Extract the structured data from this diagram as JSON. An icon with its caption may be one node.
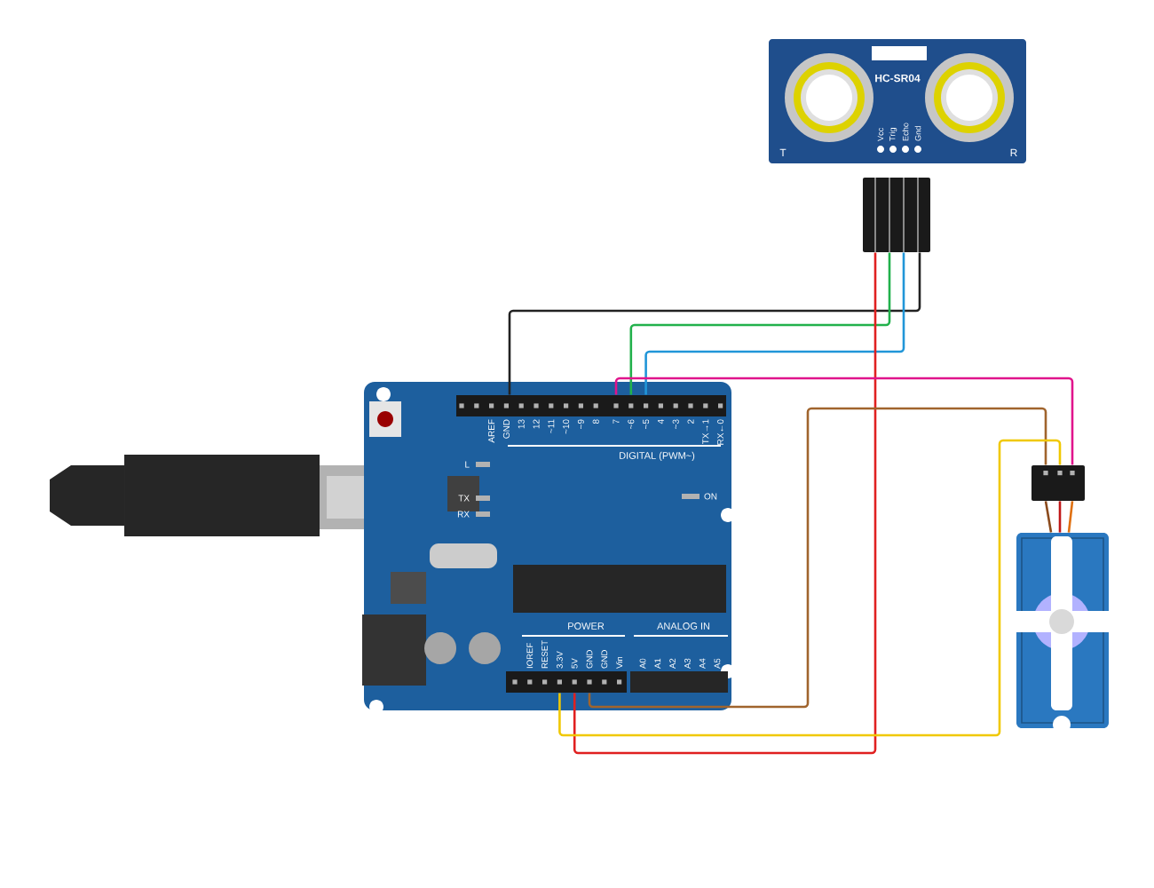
{
  "diagram": {
    "nodes": [
      {
        "text": [
          "HC-SR04"
        ]
      },
      {
        "text": [],
        "shape": "box"
      },
      {
        "text": [],
        "shape": "box"
      },
      {
        "text": [],
        "shape": "box",
        "in": 2
      },
      {
        "text": [],
        "shape": "box",
        "in": 2
      },
      {
        "text": [],
        "shape": "box"
      },
      {
        "text": [],
        "shape": "picture"
      }
    ],
    "edges": [
      {
        "from": 1,
        "to": 3,
        "arrow": "none",
        "color": "#222222"
      },
      {
        "from": 1,
        "to": 3,
        "arrow": "none",
        "color": "#22b14c"
      },
      {
        "from": 1,
        "to": 3,
        "arrow": "none",
        "color": "#2196d8"
      },
      {
        "from": 1,
        "to": 4,
        "arrow": "none",
        "color": "#e02020"
      },
      {
        "from": 3,
        "to": 5,
        "arrow": "none",
        "color": "#e0148c"
      },
      {
        "from": 5,
        "to": 4,
        "arrow": "none",
        "color": "#a0642d"
      },
      {
        "from": 5,
        "to": 4,
        "arrow": "none",
        "color": "#f0c800"
      },
      {
        "from": 5,
        "to": 6,
        "arrow": "none",
        "color": "#8b4a1c"
      },
      {
        "from": 5,
        "to": 6,
        "arrow": "none",
        "color": "#c01818"
      },
      {
        "from": 5,
        "to": 6,
        "arrow": "none",
        "color": "#e07010"
      }
    ],
    "labels": [
      "T",
      "R",
      "Vcc",
      "Trig",
      "Echo",
      "Gnd",
      "AREF",
      "GND",
      "13",
      "12",
      "~11",
      "~10",
      "~9",
      "8",
      "7",
      "~6",
      "~5",
      "4",
      "~3",
      "2",
      "TX→1",
      "RX←0",
      "DIGITAL (PWM~)",
      "L",
      "TX",
      "RX",
      "ON",
      "IOREF",
      "RESET",
      "3.3V",
      "5V",
      "GND",
      "GND",
      "Vin",
      "POWER",
      "ANALOG IN",
      "A0",
      "A1",
      "A2",
      "A3",
      "A4",
      "A5"
    ]
  }
}
